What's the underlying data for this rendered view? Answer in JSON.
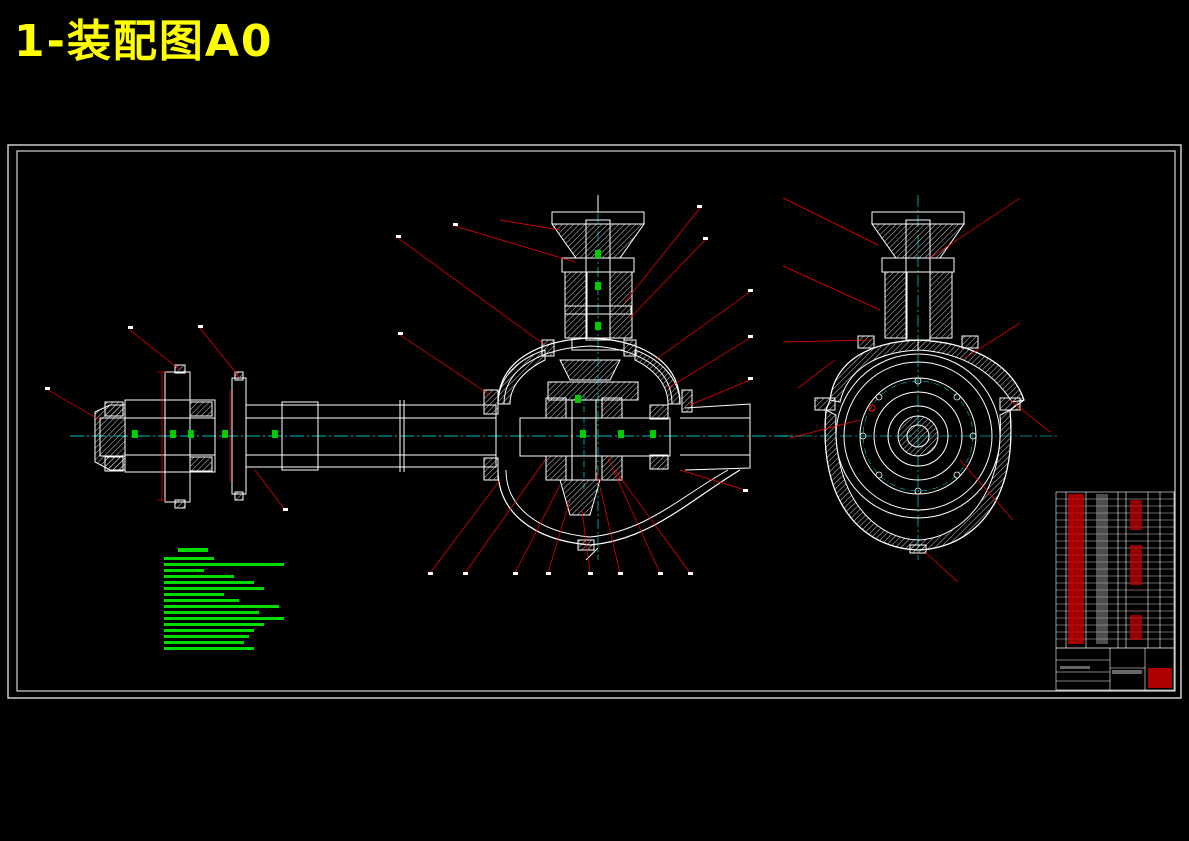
{
  "title": "1-装配图A0",
  "colors": {
    "background": "#000000",
    "title": "#ffff00",
    "outline": "#ffffff",
    "leader": "#ff0000",
    "centerline": "#00ffff",
    "notes": "#00ff00",
    "hatch": "#ffffff"
  },
  "views": [
    "front-section-view",
    "side-section-view"
  ],
  "parts_list_rows": 22
}
